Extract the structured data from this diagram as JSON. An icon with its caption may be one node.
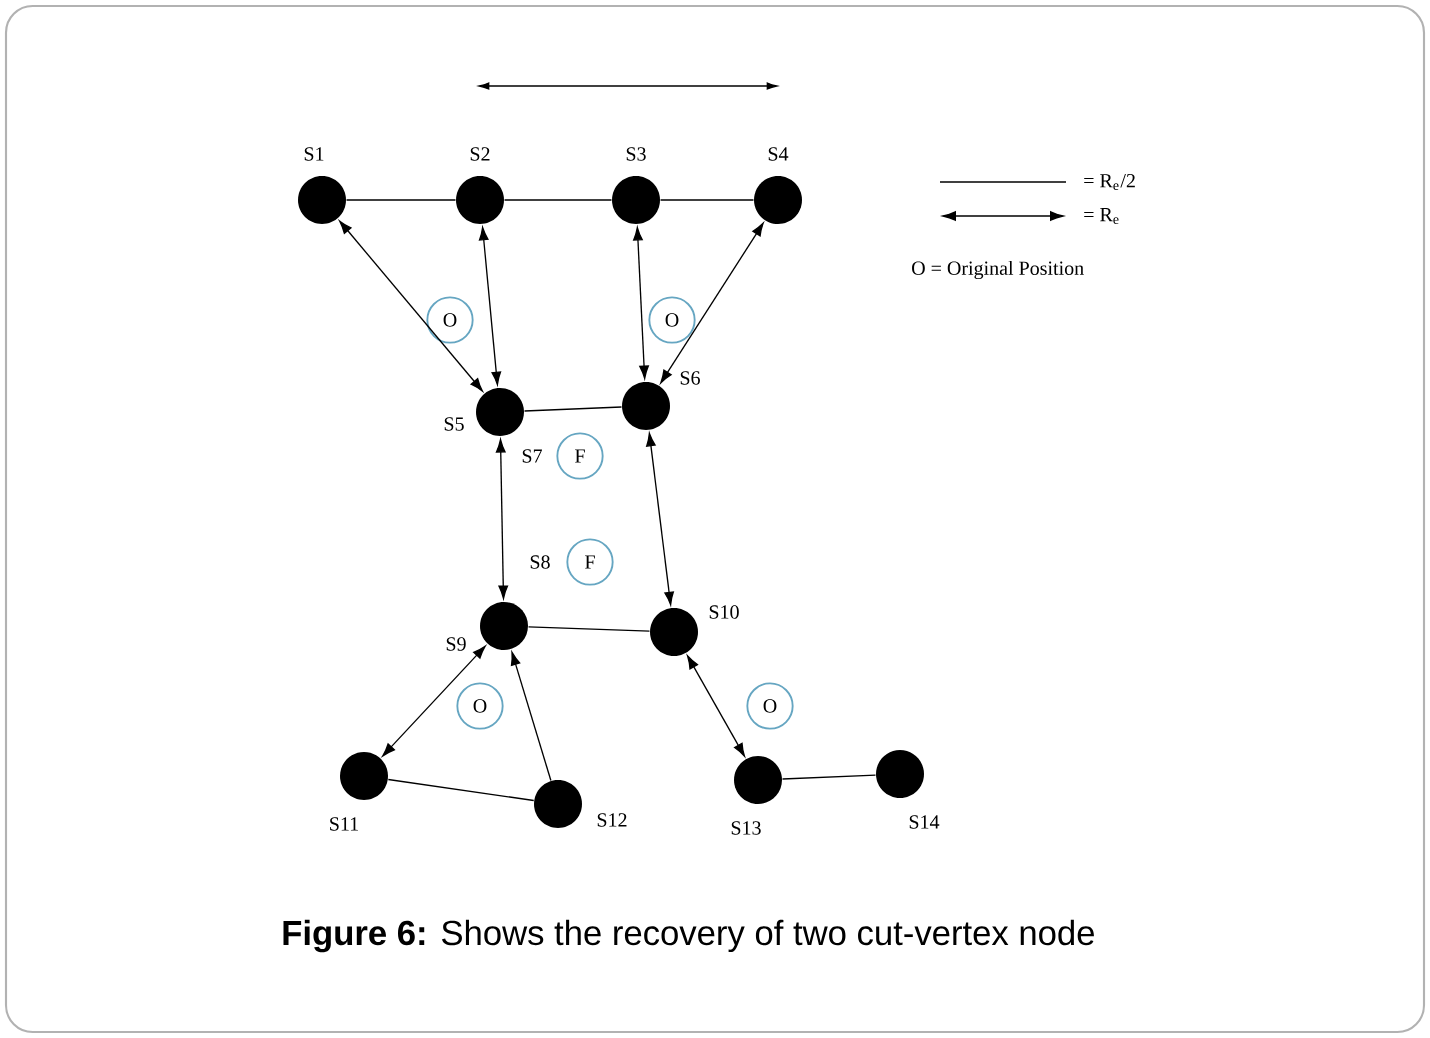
{
  "diagram": {
    "caption": "**Figure 6:** Shows the recovery of two cut-vertex node",
    "nodes": [
      {
        "text": [],
        "shape": "circle",
        "beside": [
          "S1"
        ]
      },
      {
        "text": [],
        "shape": "circle",
        "beside": [
          "S2"
        ]
      },
      {
        "text": [],
        "shape": "circle",
        "beside": [
          "S3"
        ]
      },
      {
        "text": [],
        "shape": "circle",
        "beside": [
          "S4"
        ]
      },
      {
        "text": [
          "O"
        ]
      },
      {
        "text": [
          "O"
        ]
      },
      {
        "text": [],
        "shape": "circle",
        "beside": [
          "S5"
        ]
      },
      {
        "text": [],
        "shape": "circle",
        "beside": [
          "S6"
        ]
      },
      {
        "text": [
          "F"
        ],
        "beside": [
          "S7"
        ]
      },
      {
        "text": [
          "F"
        ],
        "beside": [
          "S8"
        ]
      },
      {
        "text": [],
        "shape": "circle",
        "beside": [
          "S9"
        ]
      },
      {
        "text": [],
        "shape": "circle",
        "beside": [
          "S10"
        ]
      },
      {
        "text": [
          "O"
        ]
      },
      {
        "text": [
          "O"
        ]
      },
      {
        "text": [],
        "shape": "circle",
        "beside": [
          "S11"
        ]
      },
      {
        "text": [],
        "shape": "circle",
        "beside": [
          "S12"
        ]
      },
      {
        "text": [],
        "shape": "circle",
        "beside": [
          "S13"
        ]
      },
      {
        "text": [],
        "shape": "circle",
        "beside": [
          "S14"
        ]
      }
    ],
    "edges": [
      {
        "from": 0,
        "to": 1,
        "arrow": "none"
      },
      {
        "from": 1,
        "to": 2,
        "arrow": "none"
      },
      {
        "from": 2,
        "to": 3,
        "arrow": "none"
      },
      {
        "from": 0,
        "to": 6,
        "arrow": "both"
      },
      {
        "from": 1,
        "to": 6,
        "arrow": "both"
      },
      {
        "from": 2,
        "to": 7,
        "arrow": "both"
      },
      {
        "from": 3,
        "to": 7,
        "arrow": "both"
      },
      {
        "from": 6,
        "to": 7,
        "arrow": "none"
      },
      {
        "from": 6,
        "to": 10,
        "arrow": "both"
      },
      {
        "from": 7,
        "to": 11,
        "arrow": "both"
      },
      {
        "from": 10,
        "to": 11,
        "arrow": "none"
      },
      {
        "from": 10,
        "to": 14,
        "arrow": "both"
      },
      {
        "from": 15,
        "to": 10,
        "arrow": "to"
      },
      {
        "from": 14,
        "to": 15,
        "arrow": "none"
      },
      {
        "from": 16,
        "to": 11,
        "arrow": "both"
      },
      {
        "from": 16,
        "to": 17,
        "arrow": "none"
      }
    ],
    "labels": [
      "O = Original Position"
    ],
    "legend": [
      {
        "text": "= R$_{e}$/2"
      },
      {
        "text": "= R$_{e}$"
      }
    ]
  }
}
